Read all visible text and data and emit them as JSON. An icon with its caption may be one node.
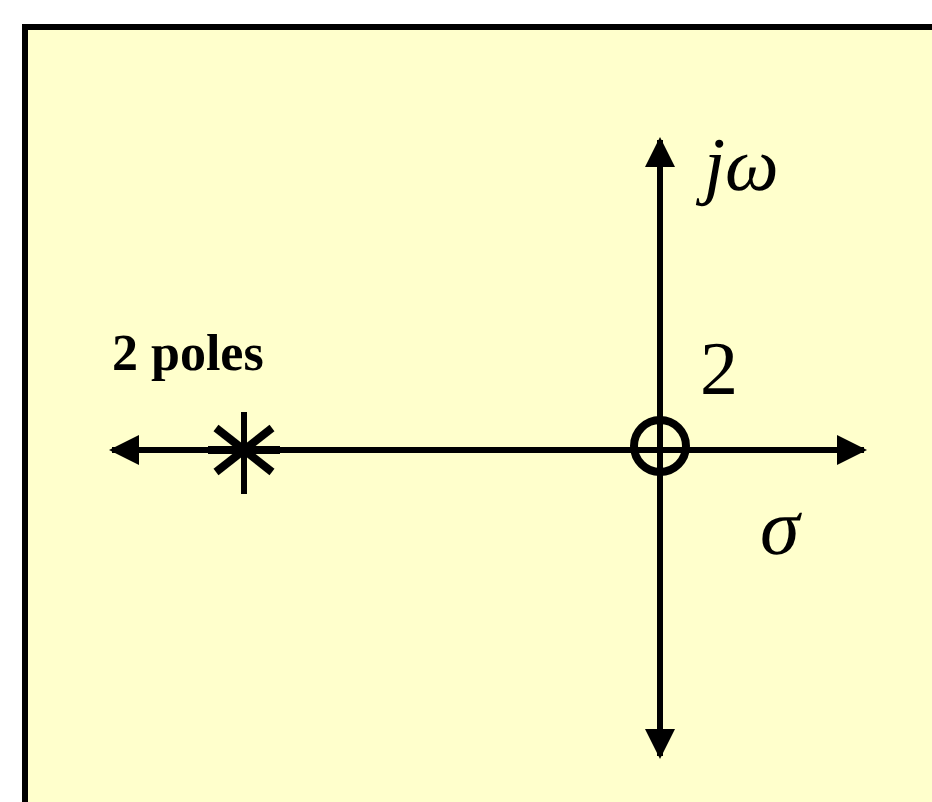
{
  "diagram": {
    "labels": [
      "jω",
      "2 poles",
      "2",
      "σ"
    ]
  }
}
